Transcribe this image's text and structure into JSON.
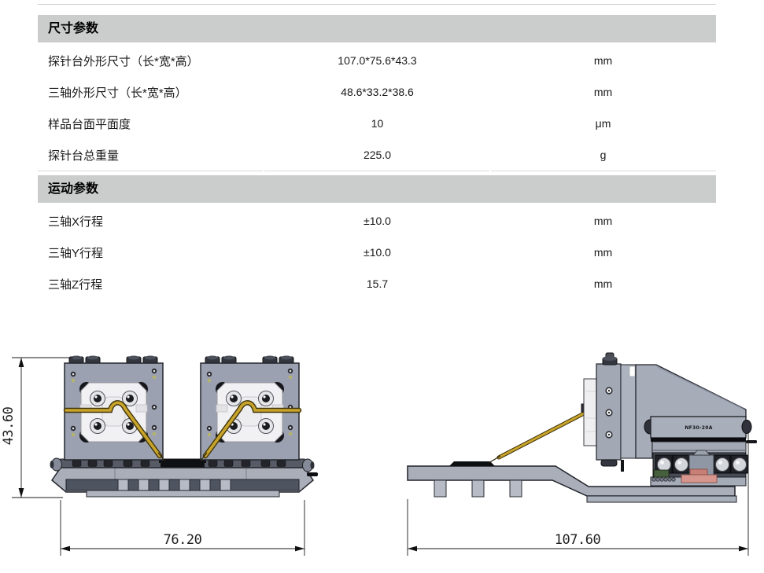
{
  "table": {
    "sections": [
      {
        "header": "尺寸参数",
        "rows": [
          {
            "label": "探针台外形尺寸（长*宽*高）",
            "value": "107.0*75.6*43.3",
            "unit": "mm"
          },
          {
            "label": "三轴外形尺寸（长*宽*高）",
            "value": "48.6*33.2*38.6",
            "unit": "mm"
          },
          {
            "label": "样品台面平面度",
            "value": "10",
            "unit": "μm"
          },
          {
            "label": "探针台总重量",
            "value": "225.0",
            "unit": "g"
          }
        ]
      },
      {
        "header": "运动参数",
        "rows": [
          {
            "label": "三轴X行程",
            "value": "±10.0",
            "unit": "mm"
          },
          {
            "label": "三轴Y行程",
            "value": "±10.0",
            "unit": "mm"
          },
          {
            "label": "三轴Z行程",
            "value": "15.7",
            "unit": "mm"
          }
        ]
      }
    ]
  },
  "drawings": {
    "front_view": {
      "height_dim": "43.60",
      "width_dim": "76.20"
    },
    "side_view": {
      "length_dim": "107.60",
      "stage_label": "NF30-20A"
    }
  },
  "colors": {
    "section_header_bar": "#cbcccc",
    "probe_arm_gold": "#c9a42c",
    "module_gray": "#9ba1b0",
    "highlight_pink": "#d6968d"
  }
}
